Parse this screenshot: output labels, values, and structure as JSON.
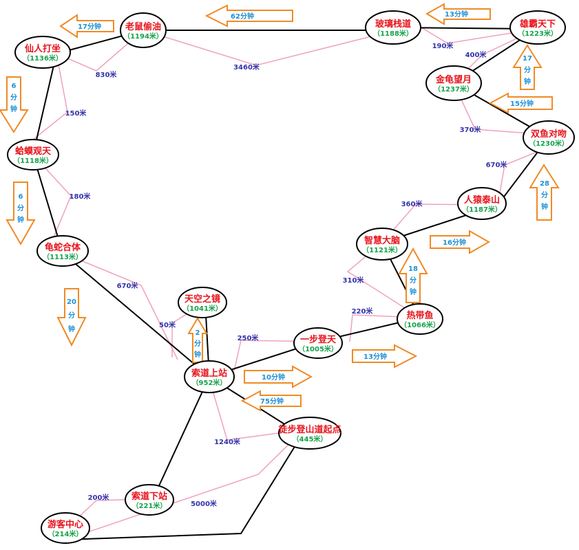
{
  "nodes": [
    {
      "id": "laoshu",
      "name": "老鼠偷油",
      "alt": "（1194米）"
    },
    {
      "id": "boli",
      "name": "玻璃栈道",
      "alt": "（1188米）"
    },
    {
      "id": "xiongba",
      "name": "雄霸天下",
      "alt": "（1223米）"
    },
    {
      "id": "xianren",
      "name": "仙人打坐",
      "alt": "（1136米）"
    },
    {
      "id": "jingui",
      "name": "金龟望月",
      "alt": "（1237米）"
    },
    {
      "id": "shuangyu",
      "name": "双鱼对吻",
      "alt": "（1230米）"
    },
    {
      "id": "hama",
      "name": "蛤蟆观天",
      "alt": "（1118米）"
    },
    {
      "id": "renyuan",
      "name": "人猿泰山",
      "alt": "（1187米）"
    },
    {
      "id": "guishe",
      "name": "龟蛇合体",
      "alt": "（1113米）"
    },
    {
      "id": "zhihui",
      "name": "智慧大脑",
      "alt": "（1121米）"
    },
    {
      "id": "tiankong",
      "name": "天空之镜",
      "alt": "（1041米）"
    },
    {
      "id": "redai",
      "name": "热带鱼",
      "alt": "（1066米）"
    },
    {
      "id": "yibu",
      "name": "一步登天",
      "alt": "（1005米）"
    },
    {
      "id": "suodaoshang",
      "name": "索道上站",
      "alt": "（952米）"
    },
    {
      "id": "tubu",
      "name": "徒步登山道起点",
      "alt": "（445米）"
    },
    {
      "id": "suodaoxia",
      "name": "索道下站",
      "alt": "（221米）"
    },
    {
      "id": "youke",
      "name": "游客中心",
      "alt": "（214米）"
    }
  ],
  "distances": [
    "830米",
    "3460米",
    "190米",
    "400米",
    "150米",
    "370米",
    "180米",
    "670米",
    "360米",
    "670米",
    "310米",
    "50米",
    "220米",
    "250米",
    "1240米",
    "200米",
    "5000米"
  ],
  "arrows": [
    "17分钟",
    "62分钟",
    "13分钟",
    "6分钟",
    "17分钟",
    "15分钟",
    "6分钟",
    "28分钟",
    "16分钟",
    "18分钟",
    "20分钟",
    "2分钟",
    "13分钟",
    "10分钟",
    "75分钟"
  ],
  "colors": {
    "arrow_stroke": "#f08a24",
    "name": "#e8141c",
    "altitude": "#16a34a",
    "distance": "#3333aa",
    "arrow_text": "#1e90d6",
    "route": "#000000",
    "measure": "#f0a0c0"
  }
}
